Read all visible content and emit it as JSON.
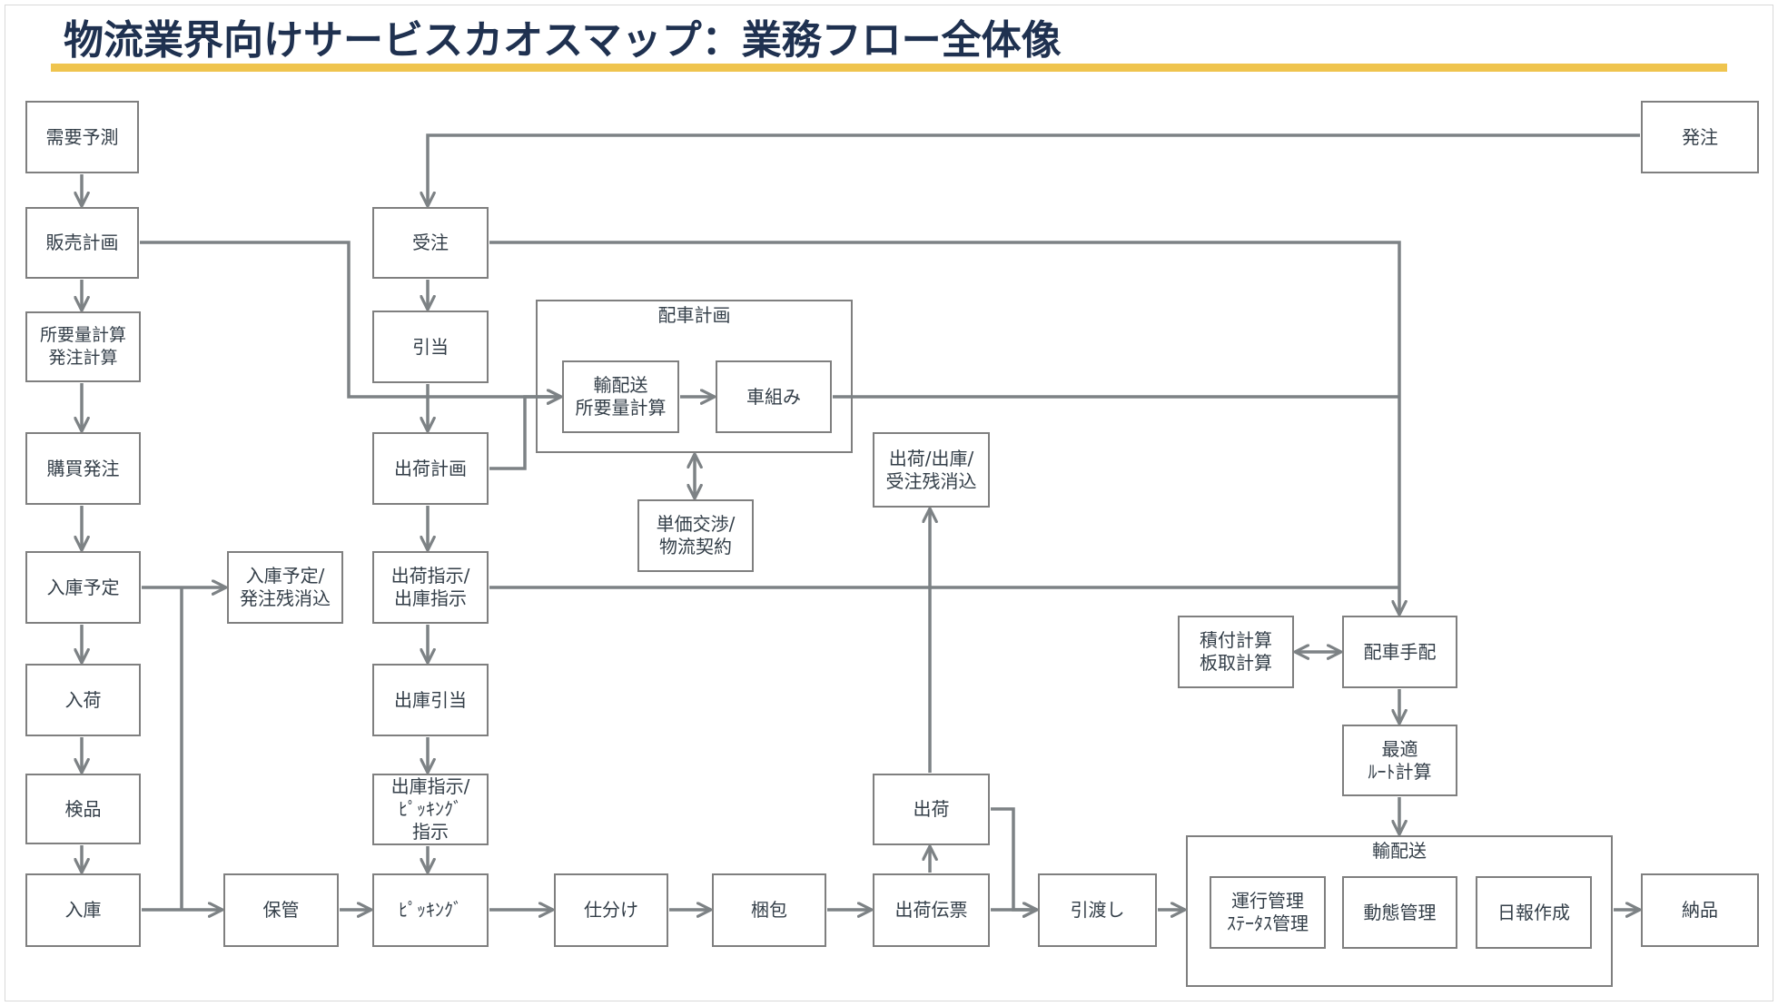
{
  "title": "物流業界向けサービスカオスマップ：業務フロー全体像",
  "colors": {
    "accent_bar": "#efc44e",
    "title_text": "#1f3150",
    "node_text": "#333e48",
    "node_border": "#7f7f7f",
    "arrow": "#7d8285"
  },
  "groups": {
    "haisha_keikaku": "配車計画",
    "yuhaiso": "輸配送"
  },
  "nodes": {
    "juyo_yosoku": [
      "需要予測"
    ],
    "hanbai_keikaku": [
      "販売計画"
    ],
    "shoyoryo_keisan": [
      "所要量計算",
      "発注計算"
    ],
    "kobai_hatchu": [
      "購買発注"
    ],
    "nyuko_yotei": [
      "入庫予定"
    ],
    "nyuka": [
      "入荷"
    ],
    "kenpin": [
      "検品"
    ],
    "nyuko": [
      "入庫"
    ],
    "nyuko_yotei_keshikomi": [
      "入庫予定/",
      "発注残消込"
    ],
    "hokan": [
      "保管"
    ],
    "juchu": [
      "受注"
    ],
    "hikiate": [
      "引当"
    ],
    "shukka_keikaku": [
      "出荷計画"
    ],
    "shukka_shiji": [
      "出荷指示/",
      "出庫指示"
    ],
    "shukko_hikiate": [
      "出庫引当"
    ],
    "picking_shiji": [
      "出庫指示/",
      "ﾋﾟｯｷﾝｸﾞ",
      "指示"
    ],
    "picking": [
      "ﾋﾟｯｷﾝｸﾞ"
    ],
    "shiwake": [
      "仕分け"
    ],
    "konpo": [
      "梱包"
    ],
    "yuhaiso_shoyoryo": [
      "輸配送",
      "所要量計算"
    ],
    "kurumagumi": [
      "車組み"
    ],
    "tanka_kosho": [
      "単価交渉/",
      "物流契約"
    ],
    "shukka_keshikomi": [
      "出荷/出庫/",
      "受注残消込"
    ],
    "shukka": [
      "出荷"
    ],
    "shukka_denpyo": [
      "出荷伝票"
    ],
    "hikiwatashi": [
      "引渡し"
    ],
    "hatchu": [
      "発注"
    ],
    "tsumitsuke_keisan": [
      "積付計算",
      "板取計算"
    ],
    "haisha_tehai": [
      "配車手配"
    ],
    "saiteki_route": [
      "最適",
      "ﾙｰﾄ計算"
    ],
    "unko_kanri": [
      "運行管理",
      "ｽﾃｰﾀｽ管理"
    ],
    "dotai_kanri": [
      "動態管理"
    ],
    "nippo_sakusei": [
      "日報作成"
    ],
    "nohin": [
      "納品"
    ]
  }
}
